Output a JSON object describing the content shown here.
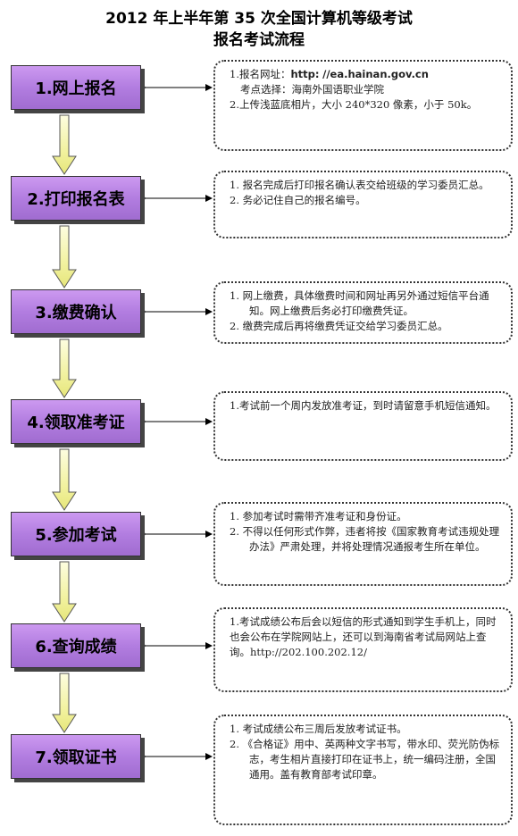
{
  "title": "2012 年上半年第 35 次全国计算机等级考试",
  "subtitle": "报名考试流程",
  "steps": [
    {
      "label": "1.网上报名"
    },
    {
      "label": "2.打印报名表"
    },
    {
      "label": "3.缴费确认"
    },
    {
      "label": "4.领取准考证"
    },
    {
      "label": "5.参加考试"
    },
    {
      "label": "6.查询成绩"
    },
    {
      "label": "7.领取证书"
    }
  ],
  "notes": [
    {
      "l1_prefix": "1.报名网址：",
      "l1_http": "http:",
      "l1_url": "//ea.hainan.gov.cn",
      "l2": "考点选择：海南外国语职业学院",
      "l3": "2.上传浅蓝底相片，大小 240*320 像素，小于 50k。"
    },
    {
      "i1": "1.  报名完成后打印报名确认表交给班级的学习委员汇总。",
      "i2": "2.  务必记住自己的报名编号。"
    },
    {
      "i1": "1.  网上缴费，具体缴费时间和网址再另外通过短信平台通知。网上缴费后务必打印缴费凭证。",
      "i2": "2.  缴费完成后再将缴费凭证交给学习委员汇总。"
    },
    {
      "i1": "1.考试前一个周内发放准考证，到时请留意手机短信通知。"
    },
    {
      "i1": "1.  参加考试时需带齐准考证和身份证。",
      "i2": "2.  不得以任何形式作弊，违者将按《国家教育考试违规处理办法》严肃处理，并将处理情况通报考生所在单位。"
    },
    {
      "i1": "1.考试成绩公布后会以短信的形式通知到学生手机上，同时也会公布在学院网站上，还可以到海南省考试局网站上查询。http://202.100.202.12/"
    },
    {
      "i1": "1.  考试成绩公布三周后发放考试证书。",
      "i2": "2.  《合格证》用中、英两种文字书写，带水印、荧光防伪标志，考生相片直接打印在证书上，统一编码注册，全国通用。盖有教育部考试印章。"
    }
  ]
}
